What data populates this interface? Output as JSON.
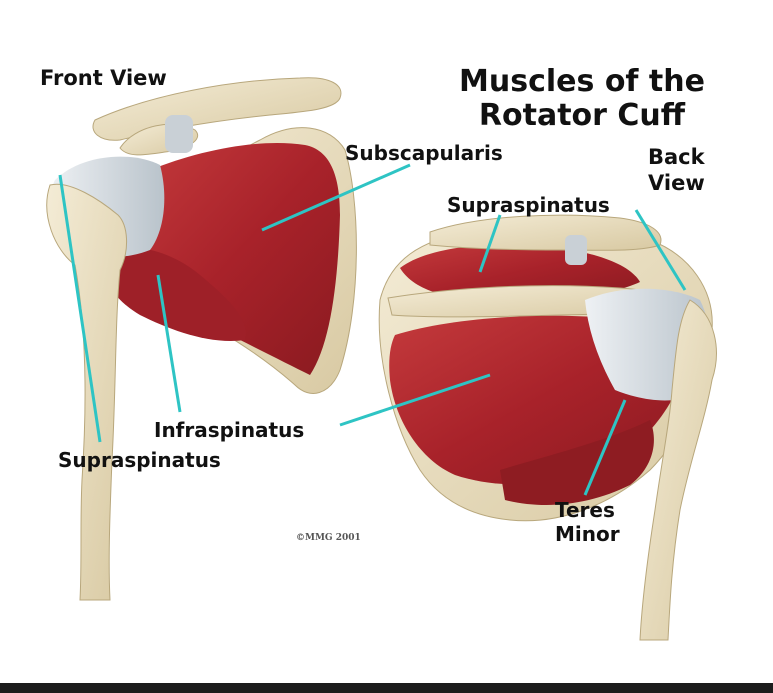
{
  "title": {
    "line1": "Muscles of the",
    "line2": "Rotator Cuff"
  },
  "views": {
    "front": "Front View",
    "back_line1": "Back",
    "back_line2": "View"
  },
  "labels": {
    "subscapularis": "Subscapularis",
    "supraspinatus_back": "Supraspinatus",
    "infraspinatus": "Infraspinatus",
    "supraspinatus_front": "Supraspinatus",
    "teres_line1": "Teres",
    "teres_line2": "Minor"
  },
  "copyright": "©MMG 2001",
  "colors": {
    "muscle": "#b8262c",
    "bone": "#ede3c8",
    "tendon": "#d7dde2",
    "leader": "#2ec4c4"
  }
}
